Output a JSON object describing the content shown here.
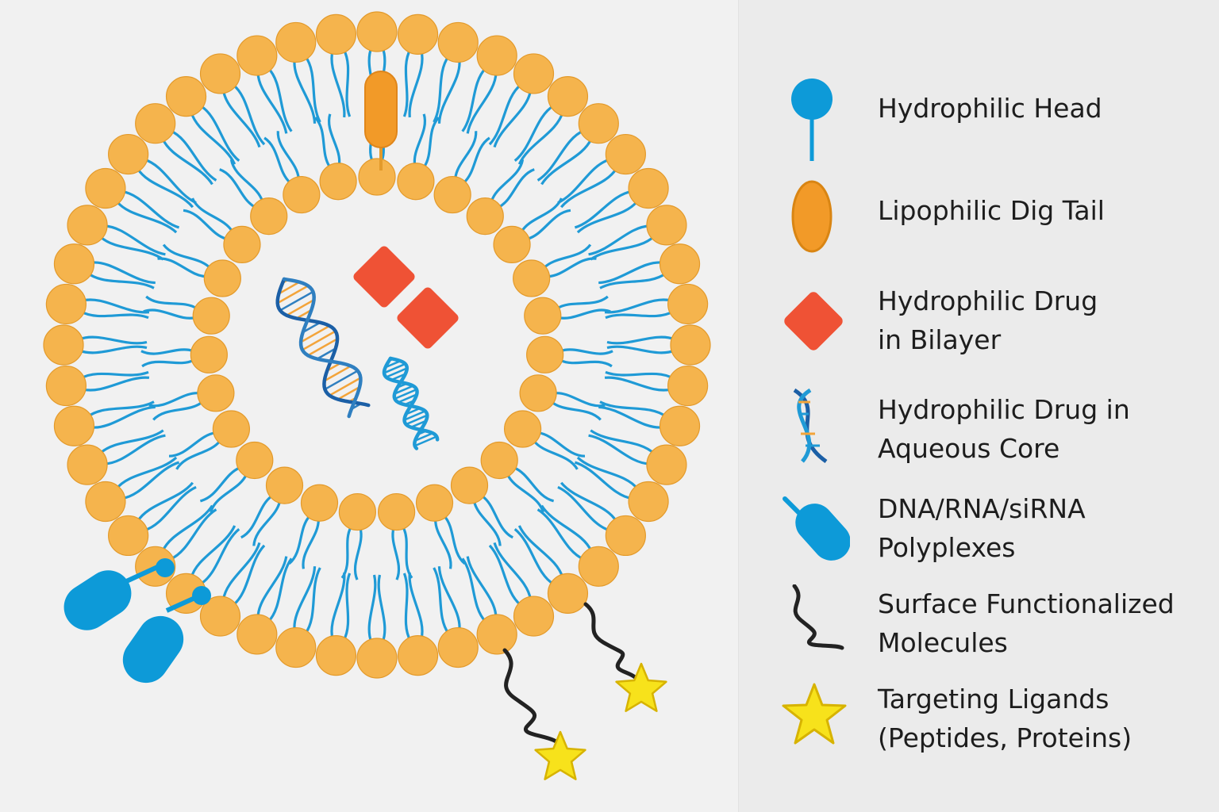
{
  "colors": {
    "background": "#f1f1f1",
    "legend_background": "#ebebeb",
    "head": "#f5b44d",
    "head_stroke": "#e39a2b",
    "tail": "#1f9ad6",
    "drug_orange": "#f29a28",
    "drug_red": "#ef5235",
    "polyplex": "#0d9ad8",
    "dna_dark": "#1b5fa6",
    "dna_rung": "#f3a43a",
    "linker": "#222222",
    "star": "#f7e21b",
    "star_stroke": "#d7b300"
  },
  "legend": {
    "items": [
      {
        "icon": "hydrophilic-head-icon",
        "label": "Hydrophilic Head"
      },
      {
        "icon": "lipophilic-drug-tail-icon",
        "label": "Lipophilic Dig Tail"
      },
      {
        "icon": "hydrophilic-drug-bilayer-icon",
        "label": "Hydrophilic Drug\nin Bilayer"
      },
      {
        "icon": "dna-helix-icon",
        "label": "Hydrophilic Drug in\nAqueous Core"
      },
      {
        "icon": "polyplex-icon",
        "label": "DNA/RNA/siRNA\nPolyplexes"
      },
      {
        "icon": "surface-molecule-icon",
        "label": "Surface Functionalized\nMolecules"
      },
      {
        "icon": "star-icon",
        "label": "Targeting Ligands\n(Peptides, Proteins)"
      }
    ]
  }
}
